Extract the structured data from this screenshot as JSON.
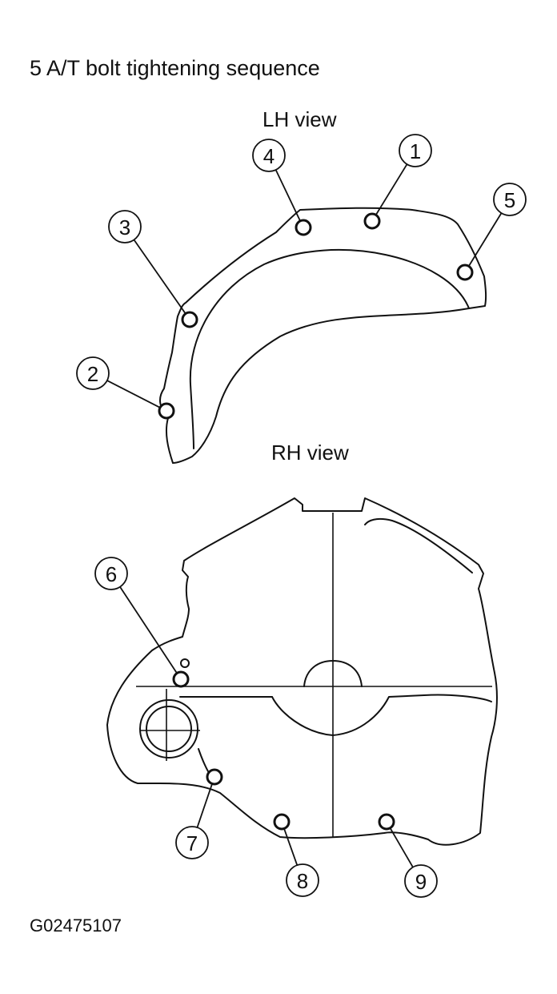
{
  "title": "5 A/T bolt tightening sequence",
  "lh_view_label": "LH view",
  "rh_view_label": "RH view",
  "figure_code": "G02475107",
  "callouts": [
    "1",
    "2",
    "3",
    "4",
    "5",
    "6",
    "7",
    "8",
    "9"
  ]
}
